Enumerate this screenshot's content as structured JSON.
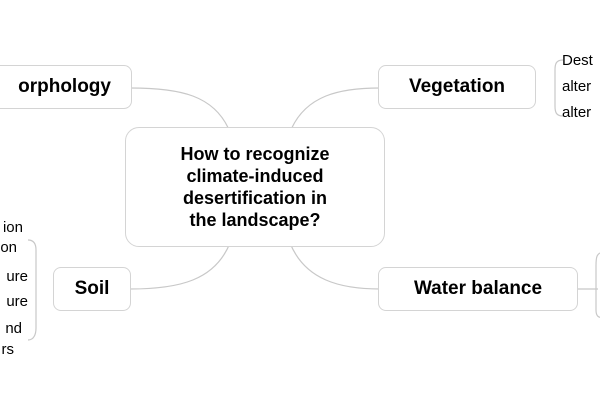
{
  "colors": {
    "node_border": "#d4d4d4",
    "connector": "#c8c8c8",
    "text": "#000000",
    "background": "#ffffff"
  },
  "center": {
    "lines": [
      "How to recognize",
      "climate-induced",
      "desertification in",
      "the landscape?"
    ]
  },
  "topics": {
    "morphology": "orphology",
    "vegetation": "Vegetation",
    "soil": "Soil",
    "water_balance": "Water balance"
  },
  "vegetation_leaves": [
    "Dest",
    "alter",
    "alter"
  ],
  "soil_leaves": [
    "ion",
    "on",
    "ure",
    "ure",
    "nd",
    "rs"
  ]
}
